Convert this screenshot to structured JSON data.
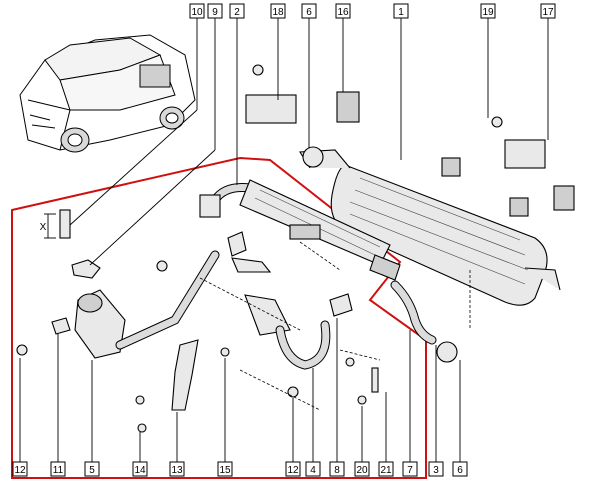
{
  "diagram": {
    "callouts_top": [
      "10",
      "9",
      "2",
      "18",
      "6",
      "16",
      "1",
      "19",
      "17"
    ],
    "callouts_bottom": [
      "12",
      "11",
      "5",
      "14",
      "13",
      "15",
      "12",
      "4",
      "8",
      "20",
      "21",
      "7",
      "3",
      "6"
    ],
    "dimension_label": "X"
  },
  "colors": {
    "outline": "#d01010",
    "line": "#000000",
    "fill_light": "#e9e9e9",
    "fill_mid": "#cfcfcf"
  }
}
